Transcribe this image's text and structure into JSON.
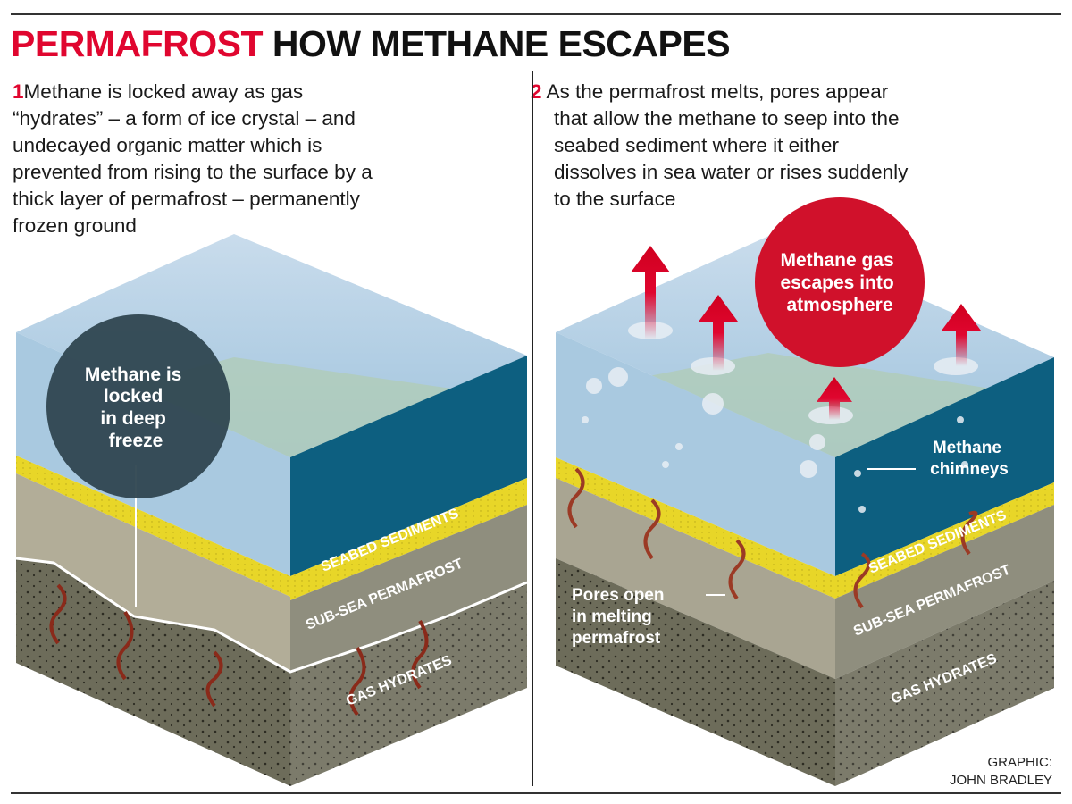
{
  "title": {
    "highlight": "PERMAFROST",
    "rest": "HOW METHANE ESCAPES"
  },
  "panel1": {
    "number": "1",
    "lines": [
      "Methane is locked away as gas",
      "“hydrates” – a form of ice crystal – and",
      "undecayed organic matter which is",
      "prevented from rising to the surface by a",
      "thick layer of permafrost – permanently",
      "frozen ground"
    ],
    "bubble": [
      "Methane is",
      "locked",
      "in deep",
      "freeze"
    ],
    "layers": {
      "sediments": "SEABED SEDIMENTS",
      "permafrost": "SUB-SEA PERMAFROST",
      "hydrates": "GAS HYDRATES"
    }
  },
  "panel2": {
    "number": "2",
    "lines": [
      "As the permafrost melts, pores appear",
      "that allow the methane to seep into the",
      "seabed sediment where it either",
      "dissolves in sea water or rises suddenly",
      "to the surface"
    ],
    "bubble": [
      "Methane gas",
      "escapes into",
      "atmosphere"
    ],
    "chimneys": [
      "Methane",
      "chimneys"
    ],
    "pores": [
      "Pores open",
      "in melting",
      "permafrost"
    ],
    "layers": {
      "sediments": "SEABED SEDIMENTS",
      "permafrost": "SUB-SEA PERMAFROST",
      "hydrates": "GAS HYDRATES"
    }
  },
  "credit": [
    "GRAPHIC:",
    "JOHN BRADLEY"
  ],
  "colors": {
    "accent": "#e0062f",
    "deep_water": "#0d5f80",
    "sediment": "#e8d628",
    "permafrost": "#9c9a88",
    "hydrates": "#6b6a58"
  }
}
